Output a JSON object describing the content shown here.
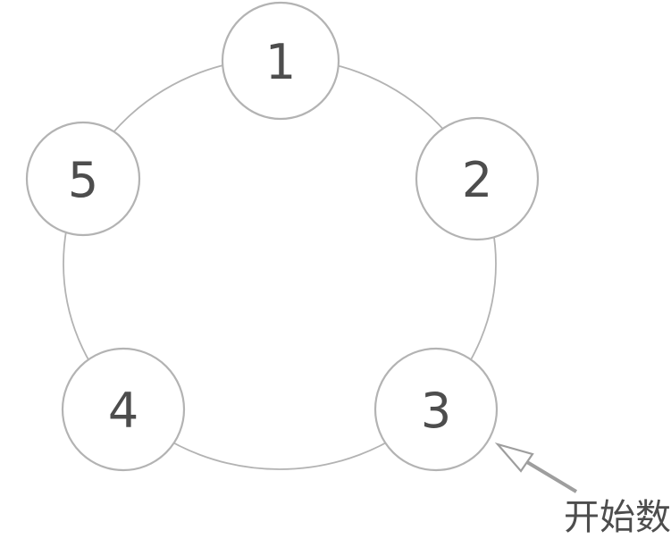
{
  "nodes": [
    {
      "label": "1"
    },
    {
      "label": "2"
    },
    {
      "label": "3"
    },
    {
      "label": "4"
    },
    {
      "label": "5"
    }
  ],
  "annotation": {
    "label": "开始数",
    "points_to_node": "3"
  },
  "colors": {
    "background": "#ffffff",
    "circle_stroke": "#b3b3b3",
    "number_text": "#4d4d4d",
    "arrow": "#9e9e9e"
  }
}
